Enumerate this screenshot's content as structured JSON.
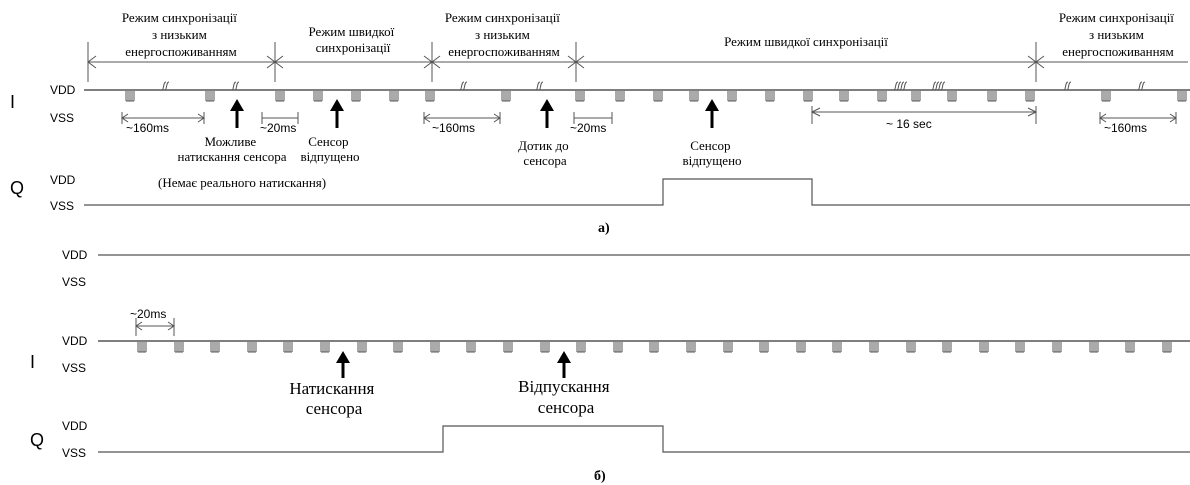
{
  "panel_a": {
    "modes": [
      "Режим синхронізації з низьким енергоспоживанням",
      "Режим швидкої синхронізації",
      "Режим синхронізації з низьким енергоспоживанням",
      "Режим швидкої синхронізації",
      "Режим синхронізації з низьким енергоспоживанням"
    ],
    "mode_label_lines": {
      "low": [
        "Режим синхронізації",
        "з низьким",
        "енергоспоживанням"
      ],
      "fast": [
        "Режим швидкої",
        "синхронізації"
      ],
      "fast_wide": "Режим швидкої синхронізації"
    },
    "signal_I": "I",
    "signal_Q": "Q",
    "vdd": "VDD",
    "vss": "VSS",
    "intervals": [
      "~160ms",
      "~20ms",
      "~160ms",
      "~20ms",
      "~ 16 sec",
      "~160ms"
    ],
    "events": {
      "possible_touch": [
        "Можливе",
        "натискання сенсора"
      ],
      "released_1": [
        "Сенсор",
        "відпущено"
      ],
      "touch": [
        "Дотик до",
        "сенсора"
      ],
      "released_2": [
        "Сенсор",
        "відпущено"
      ],
      "no_real_press": "(Немає реального натискання)"
    },
    "caption": "а)"
  },
  "panel_b": {
    "signal_I": "I",
    "signal_Q": "Q",
    "vdd": "VDD",
    "vss": "VSS",
    "interval": "~20ms",
    "events": {
      "press": [
        "Натискання",
        "сенсора"
      ],
      "release": [
        "Відпускання",
        "сенсора"
      ]
    },
    "caption": "б)"
  },
  "colors": {
    "line": "#555555",
    "text": "#000000"
  }
}
